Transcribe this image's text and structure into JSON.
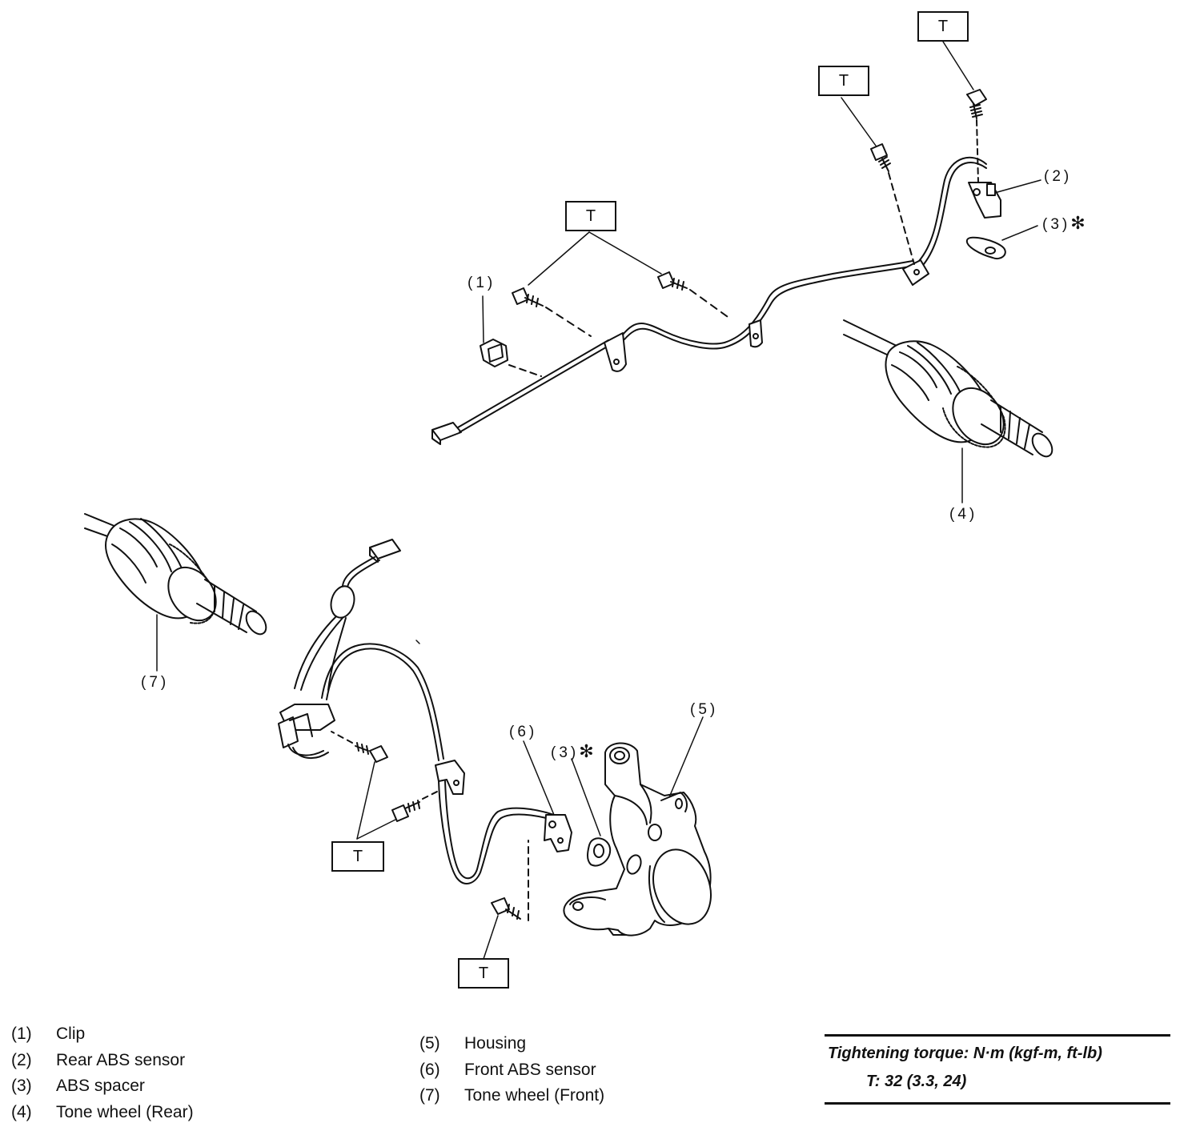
{
  "torque_mark": "T",
  "callouts": {
    "c1": "(1)",
    "c2": "(2)",
    "c3_rear": "(3)",
    "c3_front": "(3)",
    "c4": "(4)",
    "c5": "(5)",
    "c6": "(6)",
    "c7": "(7)",
    "spacer_mark": "✻"
  },
  "legend_left": [
    {
      "num": "(1)",
      "label": "Clip"
    },
    {
      "num": "(2)",
      "label": "Rear ABS sensor"
    },
    {
      "num": "(3)",
      "label": "ABS spacer"
    },
    {
      "num": "(4)",
      "label": "Tone wheel (Rear)"
    }
  ],
  "legend_right": [
    {
      "num": "(5)",
      "label": "Housing"
    },
    {
      "num": "(6)",
      "label": "Front ABS sensor"
    },
    {
      "num": "(7)",
      "label": "Tone wheel (Front)"
    }
  ],
  "torque": {
    "heading": "Tightening torque: N·m (kgf-m, ft-lb)",
    "value": "T: 32 (3.3, 24)"
  }
}
